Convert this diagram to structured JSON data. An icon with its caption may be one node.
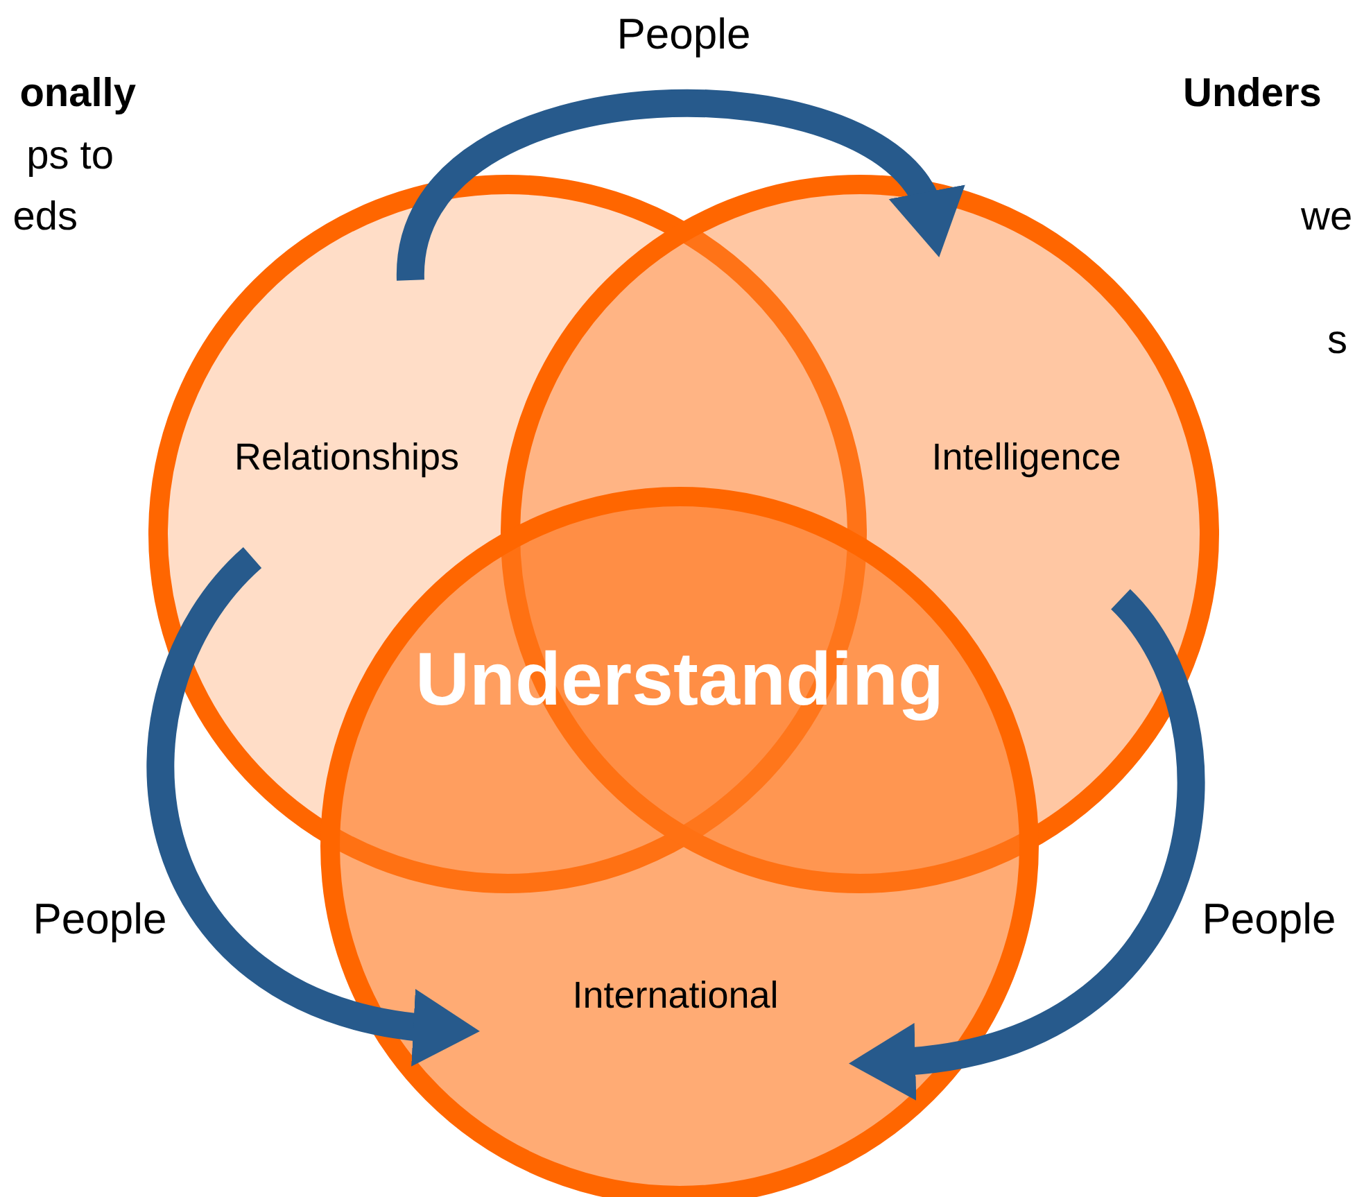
{
  "diagram": {
    "nodes": [
      {
        "text": [
          "Relationships"
        ]
      },
      {
        "text": [
          "Intelligence"
        ]
      },
      {
        "text": [
          "International"
        ]
      }
    ],
    "edges": [
      {
        "from": 0,
        "to": 1,
        "arrow": "to",
        "label": "People"
      },
      {
        "from": 0,
        "to": 2,
        "arrow": "to",
        "label": "People"
      },
      {
        "from": 1,
        "to": 2,
        "arrow": "to",
        "label": "People"
      }
    ],
    "labels": [
      "onally",
      "ps to",
      "eds",
      "Unders",
      "we",
      "s",
      "Understanding"
    ]
  }
}
